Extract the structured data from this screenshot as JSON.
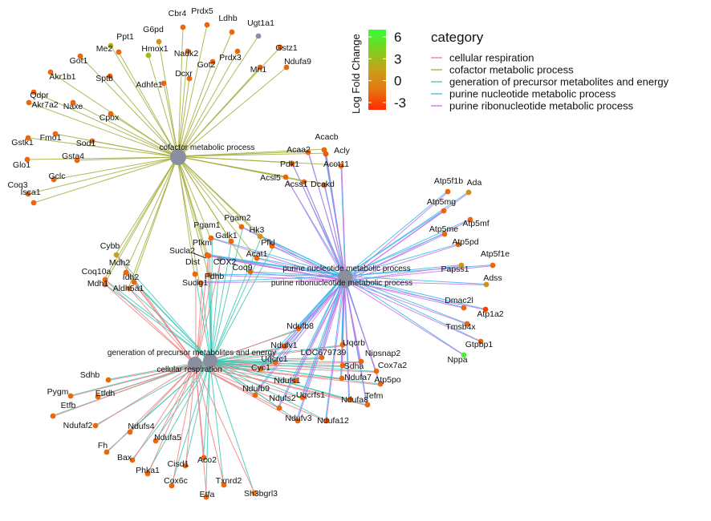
{
  "colors": {
    "cellular respiration": "#f08080",
    "cofactor metabolic process": "#a3ad3a",
    "generation of precursor metabolites and energy": "#3cc8b4",
    "purine nucleotide metabolic process": "#38b8e8",
    "purine ribonucleotide metabolic process": "#cc6ee8",
    "hub": "#8a8fa0"
  },
  "legend": {
    "title": "category",
    "items": [
      "cellular respiration",
      "cofactor metabolic process",
      "generation of precursor metabolites and energy",
      "purine nucleotide metabolic process",
      "purine ribonucleotide metabolic process"
    ]
  },
  "colorbar": {
    "title": "Log Fold Change",
    "ticks": [
      "6",
      "3",
      "0",
      "-3"
    ],
    "tick_values": [
      6,
      3,
      0,
      -3
    ],
    "range": [
      -4,
      7
    ],
    "gradient": [
      "#ff2a00",
      "#e7760e",
      "#c8a01a",
      "#7dd020",
      "#33ff33"
    ]
  },
  "hubs": [
    {
      "id": "cof",
      "label": "cofactor metabolic process"
    },
    {
      "id": "pn",
      "label": "purine nucleotide metabolic process"
    },
    {
      "id": "prn",
      "label": "purine ribonucleotide metabolic process"
    },
    {
      "id": "gen",
      "label": "generation of precursor metabolites and energy"
    },
    {
      "id": "cr",
      "label": "cellular respiration"
    }
  ],
  "genes": [
    {
      "label": "Cbr4",
      "lfc": -1.8,
      "links": [
        "cof"
      ]
    },
    {
      "label": "Prdx5",
      "lfc": -1.8,
      "links": [
        "cof"
      ]
    },
    {
      "label": "Ldhb",
      "lfc": -1.8,
      "links": [
        "cof"
      ]
    },
    {
      "label": "Ugt1a1",
      "lfc": null,
      "links": [
        "cof"
      ]
    },
    {
      "label": "G6pd",
      "lfc": 0.4,
      "links": [
        "cof"
      ]
    },
    {
      "label": "Ppt1",
      "lfc": -1.8,
      "links": [
        "cof"
      ]
    },
    {
      "label": "Me2",
      "lfc": 2.2,
      "links": [
        "cof"
      ]
    },
    {
      "label": "Hmox1",
      "lfc": 2.8,
      "links": [
        "cof"
      ]
    },
    {
      "label": "Nadk2",
      "lfc": -1.8,
      "links": [
        "cof"
      ]
    },
    {
      "label": "Gstz1",
      "lfc": -2.2,
      "links": [
        "cof"
      ]
    },
    {
      "label": "Got1",
      "lfc": -1.8,
      "links": [
        "cof"
      ]
    },
    {
      "label": "Got2",
      "lfc": -1.8,
      "links": [
        "cof"
      ]
    },
    {
      "label": "Prdx3",
      "lfc": -1.8,
      "links": [
        "cof"
      ]
    },
    {
      "label": "Mri1",
      "lfc": -1.8,
      "links": [
        "cof"
      ]
    },
    {
      "label": "Ndufa9",
      "lfc": -1.8,
      "links": [
        "cof"
      ]
    },
    {
      "label": "Akr1b1",
      "lfc": -1.8,
      "links": [
        "cof"
      ]
    },
    {
      "label": "Sptb",
      "lfc": -2.2,
      "links": [
        "cof"
      ]
    },
    {
      "label": "Dcxr",
      "lfc": -1.8,
      "links": [
        "cof"
      ]
    },
    {
      "label": "Adhfe1",
      "lfc": -1.8,
      "links": [
        "cof"
      ]
    },
    {
      "label": "Qdpr",
      "lfc": -1.8,
      "links": [
        "cof"
      ]
    },
    {
      "label": "Akr7a2",
      "lfc": -1.8,
      "links": [
        "cof"
      ]
    },
    {
      "label": "Naxe",
      "lfc": -1.8,
      "links": [
        "cof"
      ]
    },
    {
      "label": "Cpox",
      "lfc": -1.8,
      "links": [
        "cof"
      ]
    },
    {
      "label": "Gstk1",
      "lfc": -1.8,
      "links": [
        "cof"
      ]
    },
    {
      "label": "Fmo1",
      "lfc": -1.8,
      "links": [
        "cof"
      ]
    },
    {
      "label": "Sod1",
      "lfc": -1.8,
      "links": [
        "cof"
      ]
    },
    {
      "label": "Gsta4",
      "lfc": -1.8,
      "links": [
        "cof"
      ]
    },
    {
      "label": "Glo1",
      "lfc": -1.8,
      "links": [
        "cof"
      ]
    },
    {
      "label": "Gclc",
      "lfc": -1.8,
      "links": [
        "cof"
      ]
    },
    {
      "label": "Coq3",
      "lfc": -1.8,
      "links": [
        "cof"
      ]
    },
    {
      "label": "Isca1",
      "lfc": -1.8,
      "links": [
        "cof"
      ]
    },
    {
      "label": "Acacb",
      "lfc": -1.8,
      "links": [
        "cof",
        "pn",
        "prn"
      ]
    },
    {
      "label": "Acaa2",
      "lfc": -1.8,
      "links": [
        "cof",
        "pn",
        "prn"
      ]
    },
    {
      "label": "Acly",
      "lfc": -2.2,
      "links": [
        "cof",
        "pn",
        "prn"
      ]
    },
    {
      "label": "Pdk1",
      "lfc": -1.8,
      "links": [
        "cof",
        "pn",
        "prn"
      ]
    },
    {
      "label": "Acot11",
      "lfc": -1.8,
      "links": [
        "cof",
        "pn",
        "prn"
      ]
    },
    {
      "label": "Acsl5",
      "lfc": -1.8,
      "links": [
        "cof",
        "pn",
        "prn"
      ]
    },
    {
      "label": "Acss1",
      "lfc": -1.8,
      "links": [
        "cof",
        "pn",
        "prn"
      ]
    },
    {
      "label": "Dcakd",
      "lfc": -1.8,
      "links": [
        "cof",
        "pn",
        "prn"
      ]
    },
    {
      "label": "Atp5f1b",
      "lfc": -1.8,
      "links": [
        "pn",
        "prn"
      ]
    },
    {
      "label": "Ada",
      "lfc": 0.5,
      "links": [
        "pn",
        "prn"
      ]
    },
    {
      "label": "Atp5mg",
      "lfc": -1.8,
      "links": [
        "pn",
        "prn"
      ]
    },
    {
      "label": "Atp5mf",
      "lfc": -1.8,
      "links": [
        "pn",
        "prn"
      ]
    },
    {
      "label": "Atp5me",
      "lfc": -1.8,
      "links": [
        "pn",
        "prn"
      ]
    },
    {
      "label": "Atp5pd",
      "lfc": -1.8,
      "links": [
        "pn",
        "prn"
      ]
    },
    {
      "label": "Atp5f1e",
      "lfc": -1.8,
      "links": [
        "pn",
        "prn"
      ]
    },
    {
      "label": "Papss1",
      "lfc": 0.6,
      "links": [
        "pn",
        "prn"
      ]
    },
    {
      "label": "Adss",
      "lfc": 0.6,
      "links": [
        "pn",
        "prn"
      ]
    },
    {
      "label": "Dmac2l",
      "lfc": -1.8,
      "links": [
        "pn",
        "prn"
      ]
    },
    {
      "label": "Atp1a2",
      "lfc": -3.2,
      "links": [
        "pn",
        "prn"
      ]
    },
    {
      "label": "Tmsb4x",
      "lfc": -1.8,
      "links": [
        "pn",
        "prn"
      ]
    },
    {
      "label": "Gtpbp1",
      "lfc": -1.8,
      "links": [
        "pn",
        "prn"
      ]
    },
    {
      "label": "Nppa",
      "lfc": 6.3,
      "links": [
        "pn",
        "prn"
      ]
    },
    {
      "label": "Pgam1",
      "lfc": -1.8,
      "links": [
        "cof",
        "pn",
        "prn",
        "gen"
      ]
    },
    {
      "label": "Pgam2",
      "lfc": -1.8,
      "links": [
        "cof",
        "pn",
        "prn",
        "gen"
      ]
    },
    {
      "label": "Galk1",
      "lfc": -1.8,
      "links": [
        "cof",
        "gen"
      ]
    },
    {
      "label": "Hk3",
      "lfc": 0.4,
      "links": [
        "cof",
        "pn",
        "prn",
        "gen"
      ]
    },
    {
      "label": "Pfkm",
      "lfc": -1.8,
      "links": [
        "cof",
        "pn",
        "prn",
        "gen"
      ]
    },
    {
      "label": "Pfkl",
      "lfc": -1.8,
      "links": [
        "cof",
        "pn",
        "prn",
        "gen"
      ]
    },
    {
      "label": "Sucla2",
      "lfc": -1.8,
      "links": [
        "cof",
        "pn",
        "prn",
        "gen",
        "cr"
      ]
    },
    {
      "label": "COX2",
      "lfc": null,
      "links": [
        "pn",
        "prn",
        "gen",
        "cr"
      ]
    },
    {
      "label": "Acat1",
      "lfc": -1.8,
      "links": [
        "cof",
        "pn",
        "prn",
        "gen"
      ]
    },
    {
      "label": "Dlst",
      "lfc": -1.8,
      "links": [
        "cof",
        "gen",
        "cr"
      ]
    },
    {
      "label": "Coq9",
      "lfc": -1.8,
      "links": [
        "cof",
        "pn",
        "prn"
      ]
    },
    {
      "label": "Pdhb",
      "lfc": -1.8,
      "links": [
        "cof",
        "pn",
        "prn",
        "gen",
        "cr"
      ]
    },
    {
      "label": "Suclg1",
      "lfc": -1.8,
      "links": [
        "cof",
        "pn",
        "prn",
        "gen",
        "cr"
      ]
    },
    {
      "label": "Cybb",
      "lfc": 1.6,
      "links": [
        "cof",
        "gen",
        "cr"
      ]
    },
    {
      "label": "Coq10a",
      "lfc": -1.8,
      "links": [
        "cof",
        "gen",
        "cr"
      ]
    },
    {
      "label": "Mdh2",
      "lfc": -1.8,
      "links": [
        "cof",
        "gen",
        "cr"
      ]
    },
    {
      "label": "Idh2",
      "lfc": -1.8,
      "links": [
        "cof",
        "gen",
        "cr"
      ]
    },
    {
      "label": "Mdh1",
      "lfc": -1.8,
      "links": [
        "cof",
        "gen",
        "cr"
      ]
    },
    {
      "label": "Aldh5a1",
      "lfc": -1.8,
      "links": [
        "cof",
        "gen",
        "cr"
      ]
    },
    {
      "label": "Ndufb8",
      "lfc": -1.8,
      "links": [
        "pn",
        "prn",
        "gen",
        "cr"
      ]
    },
    {
      "label": "Ndufv1",
      "lfc": -1.8,
      "links": [
        "pn",
        "prn",
        "gen",
        "cr"
      ]
    },
    {
      "label": "Uqcrb",
      "lfc": -1.8,
      "links": [
        "pn",
        "prn",
        "gen",
        "cr"
      ]
    },
    {
      "label": "LOC679739",
      "lfc": -1.8,
      "links": [
        "pn",
        "prn",
        "gen",
        "cr"
      ]
    },
    {
      "label": "Nipsnap2",
      "lfc": -1.8,
      "links": [
        "pn",
        "prn",
        "gen",
        "cr"
      ]
    },
    {
      "label": "Uqcrc1",
      "lfc": -1.8,
      "links": [
        "pn",
        "prn",
        "gen",
        "cr"
      ]
    },
    {
      "label": "Sdha",
      "lfc": -1.8,
      "links": [
        "pn",
        "prn",
        "gen",
        "cr"
      ]
    },
    {
      "label": "Cox7a2",
      "lfc": -1.8,
      "links": [
        "pn",
        "prn",
        "gen",
        "cr"
      ]
    },
    {
      "label": "Cyc1",
      "lfc": -1.8,
      "links": [
        "pn",
        "prn",
        "gen",
        "cr"
      ]
    },
    {
      "label": "Ndufs1",
      "lfc": -1.8,
      "links": [
        "pn",
        "prn",
        "gen",
        "cr"
      ]
    },
    {
      "label": "Ndufa7",
      "lfc": -1.8,
      "links": [
        "pn",
        "prn",
        "gen",
        "cr"
      ]
    },
    {
      "label": "Atp5po",
      "lfc": -1.8,
      "links": [
        "pn",
        "prn",
        "gen",
        "cr"
      ]
    },
    {
      "label": "Ndufb9",
      "lfc": -1.8,
      "links": [
        "pn",
        "prn",
        "gen",
        "cr"
      ]
    },
    {
      "label": "Uqcrfs1",
      "lfc": -1.8,
      "links": [
        "pn",
        "prn",
        "gen",
        "cr"
      ]
    },
    {
      "label": "Ndufa8",
      "lfc": -1.8,
      "links": [
        "pn",
        "prn",
        "gen",
        "cr"
      ]
    },
    {
      "label": "Tefm",
      "lfc": -1.8,
      "links": [
        "pn",
        "prn",
        "gen",
        "cr"
      ]
    },
    {
      "label": "Ndufs2",
      "lfc": -1.8,
      "links": [
        "pn",
        "prn",
        "gen",
        "cr"
      ]
    },
    {
      "label": "Ndufv3",
      "lfc": -1.8,
      "links": [
        "pn",
        "prn",
        "gen",
        "cr"
      ]
    },
    {
      "label": "Ndufa12",
      "lfc": -1.8,
      "links": [
        "pn",
        "prn",
        "gen",
        "cr"
      ]
    },
    {
      "label": "Sdhb",
      "lfc": -1.8,
      "links": [
        "gen",
        "cr"
      ]
    },
    {
      "label": "Pygm",
      "lfc": -1.8,
      "links": [
        "gen",
        "cr"
      ]
    },
    {
      "label": "Etfdh",
      "lfc": -1.8,
      "links": [
        "gen",
        "cr"
      ]
    },
    {
      "label": "Etfb",
      "lfc": -1.8,
      "links": [
        "gen",
        "cr"
      ]
    },
    {
      "label": "Ndufaf2",
      "lfc": -1.8,
      "links": [
        "gen",
        "cr"
      ]
    },
    {
      "label": "Ndufs4",
      "lfc": -1.8,
      "links": [
        "gen",
        "cr"
      ]
    },
    {
      "label": "Fh",
      "lfc": -1.8,
      "links": [
        "gen",
        "cr"
      ]
    },
    {
      "label": "Ndufa5",
      "lfc": -1.8,
      "links": [
        "gen",
        "cr"
      ]
    },
    {
      "label": "Bax",
      "lfc": -1.8,
      "links": [
        "gen",
        "cr"
      ]
    },
    {
      "label": "Phka1",
      "lfc": -1.8,
      "links": [
        "gen",
        "cr"
      ]
    },
    {
      "label": "Cisd1",
      "lfc": -1.8,
      "links": [
        "gen",
        "cr"
      ]
    },
    {
      "label": "Aco2",
      "lfc": -1.8,
      "links": [
        "gen",
        "cr"
      ]
    },
    {
      "label": "Cox6c",
      "lfc": -1.8,
      "links": [
        "gen",
        "cr"
      ]
    },
    {
      "label": "Etfa",
      "lfc": -1.8,
      "links": [
        "gen",
        "cr"
      ]
    },
    {
      "label": "Txnrd2",
      "lfc": -1.8,
      "links": [
        "gen",
        "cr"
      ]
    },
    {
      "label": "Sh3bgrl3",
      "lfc": -0.6,
      "links": [
        "gen",
        "cr"
      ]
    }
  ]
}
